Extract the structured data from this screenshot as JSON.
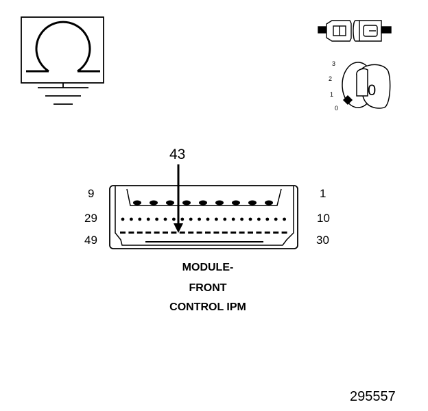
{
  "diagram": {
    "callout_pin": "43",
    "pin_labels": {
      "top_left": "9",
      "top_right": "1",
      "mid_left": "29",
      "mid_right": "10",
      "bottom_left": "49",
      "bottom_right": "30"
    },
    "title_lines": [
      "MODULE-",
      "FRONT",
      "CONTROL IPM"
    ],
    "figure_id": "295557",
    "ignition_key": {
      "positions": [
        "3",
        "2",
        "1",
        "0"
      ],
      "key_label": "0"
    },
    "icons": [
      "ohmmeter-ground-icon",
      "connector-disconnected-icon",
      "ignition-key-icon",
      "connector-face-icon"
    ]
  }
}
